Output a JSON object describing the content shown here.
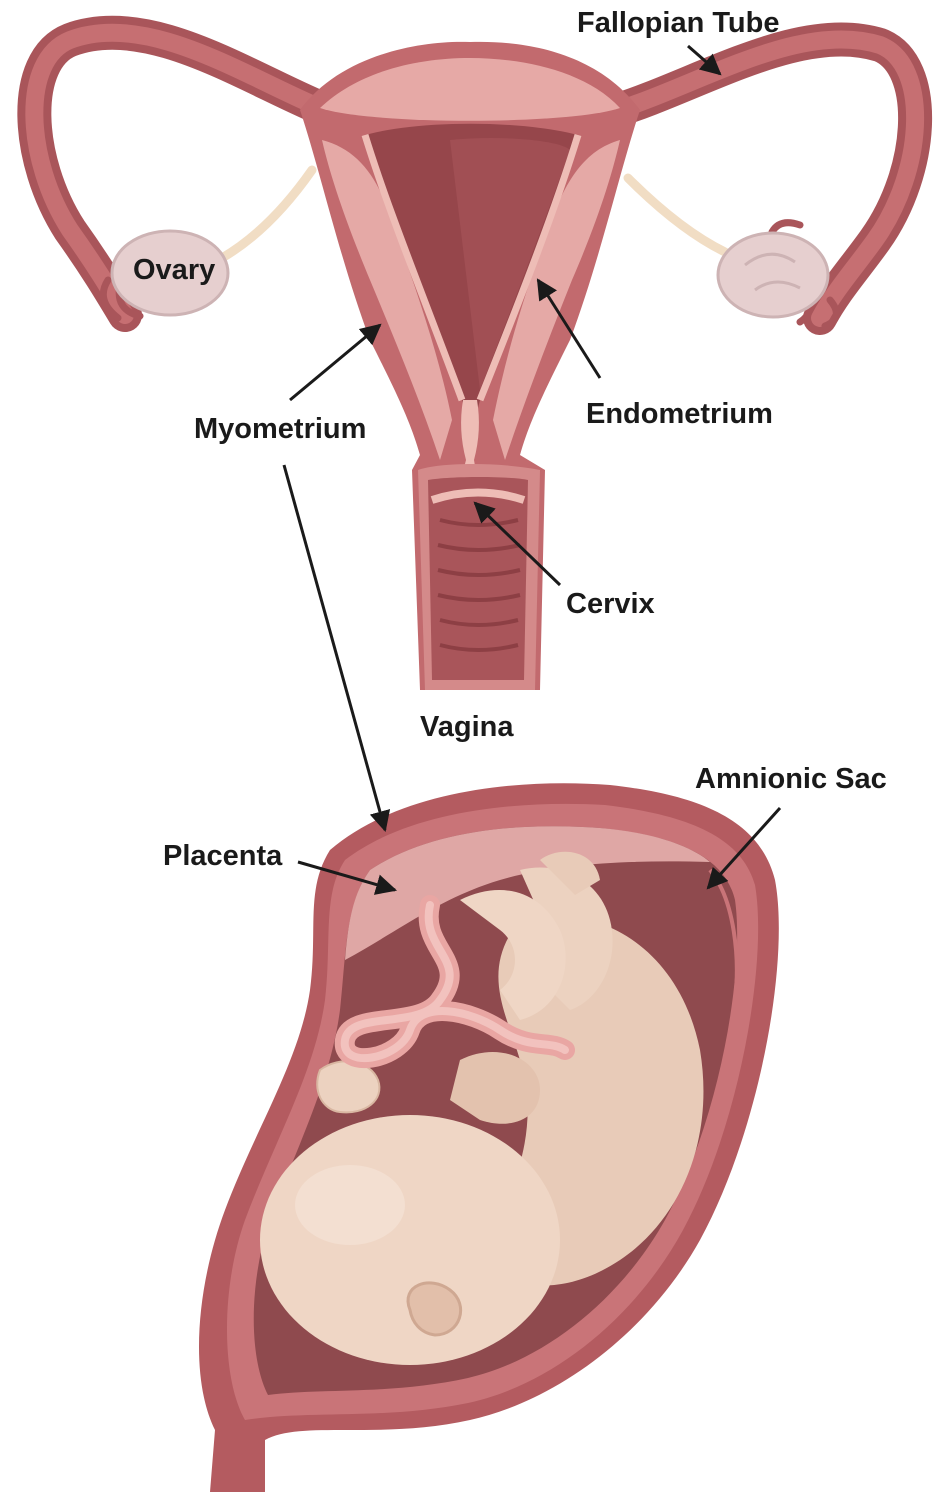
{
  "colors": {
    "wall_outer": "#a9555a",
    "wall_mid": "#c66f72",
    "wall_light": "#e3a3a2",
    "cavity": "#96464b",
    "endometrium": "#e9b3ae",
    "ovary": "#e6cfcf",
    "ligament": "#f1ddc4",
    "sac_fluid": "#8f4a4e",
    "placenta": "#dfa7a5",
    "fetus_skin": "#efd6c5",
    "fetus_shadow": "#dcbaa6",
    "cord": "#e9a6a3",
    "arrow": "#1a1a1a",
    "label_text": "#1a1a1a"
  },
  "labels": {
    "fallopian_tube": "Fallopian Tube",
    "ovary": "Ovary",
    "myometrium": "Myometrium",
    "endometrium": "Endometrium",
    "cervix": "Cervix",
    "vagina": "Vagina",
    "amnionic_sac": "Amnionic Sac",
    "placenta": "Placenta"
  }
}
